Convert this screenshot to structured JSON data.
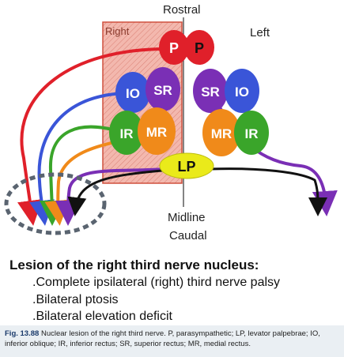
{
  "labels": {
    "rostral": "Rostral",
    "left": "Left",
    "right": "Right",
    "midline": "Midline",
    "caudal": "Caudal"
  },
  "nuclei": {
    "right": {
      "p": "P",
      "io": "IO",
      "sr": "SR",
      "ir": "IR",
      "mr": "MR"
    },
    "left": {
      "p": "P",
      "io": "IO",
      "sr": "SR",
      "ir": "IR",
      "mr": "MR"
    },
    "lp": "LP"
  },
  "colors": {
    "p": "#e0202a",
    "io": "#3a55d8",
    "sr": "#7a2fb5",
    "ir": "#3aa52a",
    "mr": "#f08a1a",
    "lp": "#eaea1a",
    "lesion_box": "#e35a4a",
    "ellipse": "#5a6470"
  },
  "summary": {
    "heading": "Lesion of the right third nerve nucleus:",
    "bullets": [
      ".Complete ipsilateral (right) third nerve palsy",
      ".Bilateral ptosis",
      ".Bilateral elevation deficit"
    ]
  },
  "caption": {
    "figure_label": "Fig. 13.88",
    "text": "Nuclear lesion of the right third nerve. P, parasympathetic; LP, levator palpebrae; IO, inferior oblique; IR, inferior rectus; SR, superior rectus; MR, medial rectus."
  }
}
